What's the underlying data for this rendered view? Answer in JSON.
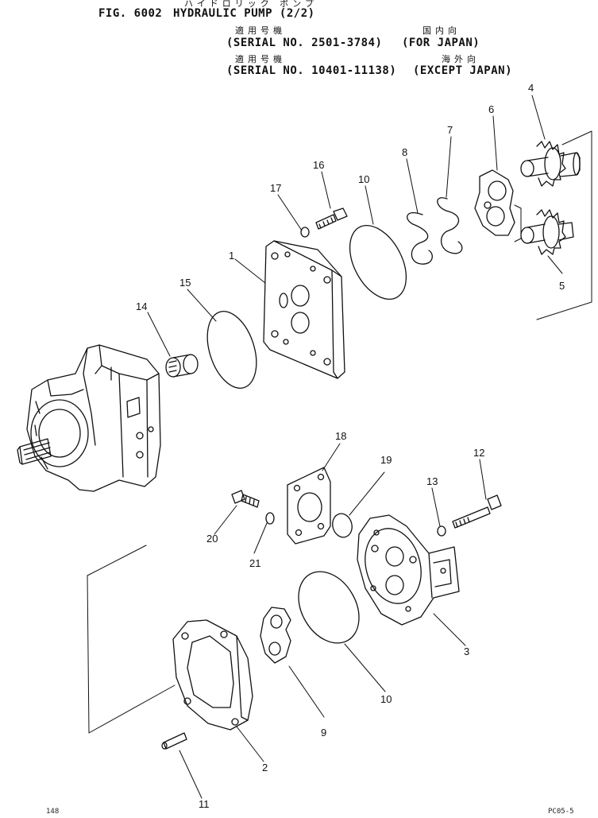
{
  "header": {
    "title_jp": "ハイドロリック ポンプ",
    "figure": "FIG. 6002",
    "title": "HYDRAULIC PUMP (2/2)",
    "serial_rows": [
      {
        "jp_label": "適用号機",
        "jp_dest": "国内向",
        "serial": "(SERIAL NO. 2501-3784)",
        "destination": "(FOR JAPAN)"
      },
      {
        "jp_label": "適用号機",
        "jp_dest": "海外向",
        "serial": "(SERIAL NO. 10401-11138)",
        "destination": "(EXCEPT JAPAN)"
      }
    ]
  },
  "callouts": [
    "1",
    "2",
    "3",
    "4",
    "5",
    "6",
    "7",
    "8",
    "9",
    "10",
    "10",
    "11",
    "12",
    "13",
    "14",
    "15",
    "16",
    "17",
    "18",
    "19",
    "20",
    "21"
  ],
  "footer": {
    "page_number": "148",
    "drawing_code": "PC05-5"
  }
}
